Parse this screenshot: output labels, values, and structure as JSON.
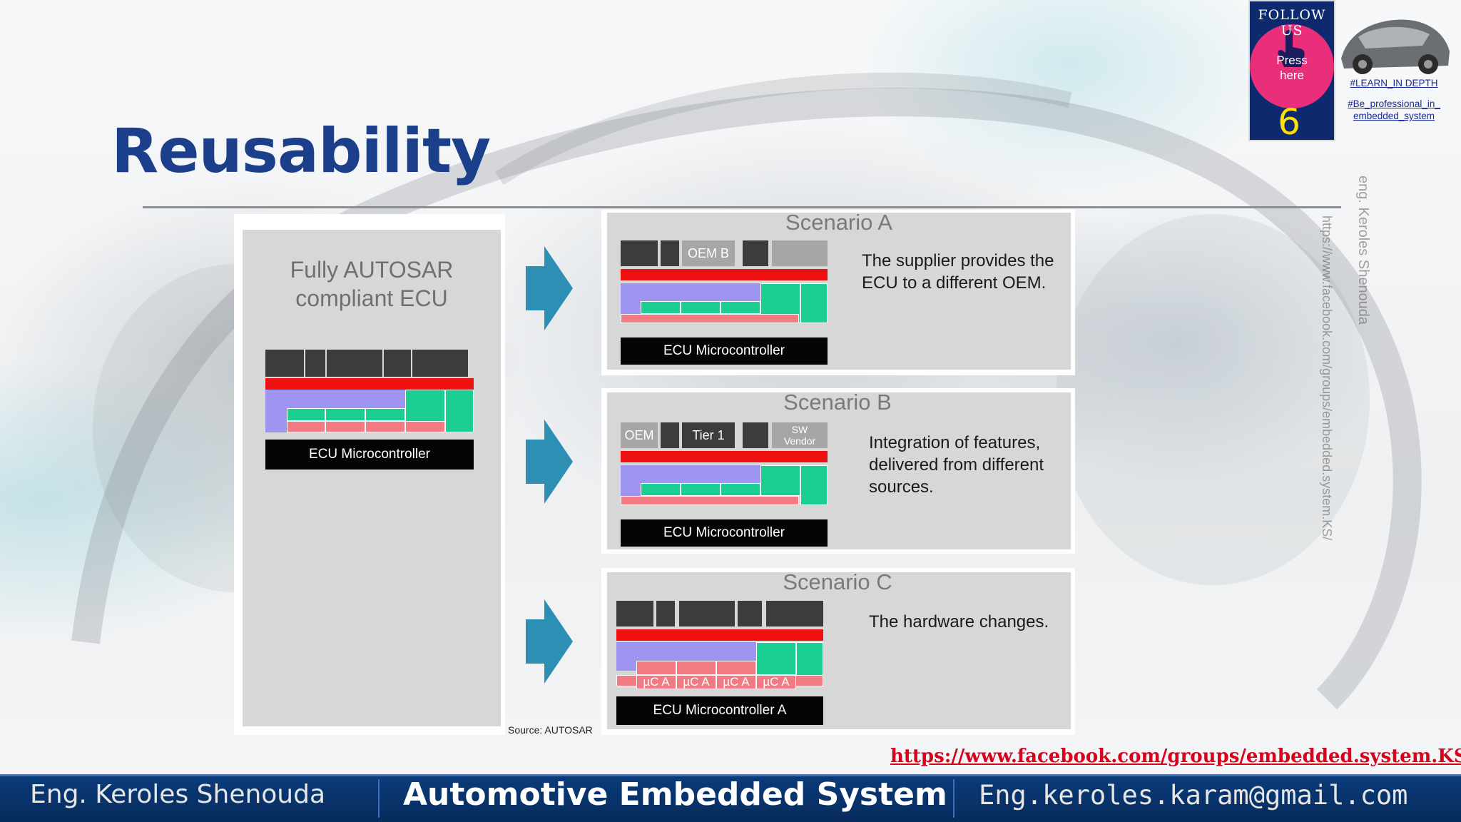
{
  "slide": {
    "title": "Reusability",
    "source": "Source: AUTOSAR"
  },
  "left_panel": {
    "title_line1": "Fully AUTOSAR",
    "title_line2": "compliant ECU",
    "micro_label": "ECU Microcontroller"
  },
  "scenarios": [
    {
      "title": "Scenario A",
      "block_label": "OEM B",
      "text_line1": "The supplier provides the",
      "text_line2": "ECU to a different OEM.",
      "micro_label": "ECU Microcontroller"
    },
    {
      "title": "Scenario B",
      "block_labels": [
        "OEM",
        "Tier 1",
        "SW",
        "Vendor"
      ],
      "text_line1": "Integration of features,",
      "text_line2": "delivered from different",
      "text_line3": "sources.",
      "micro_label": "ECU Microcontroller"
    },
    {
      "title": "Scenario C",
      "uc_labels": [
        "µC A",
        "µC A",
        "µC A",
        "µC A"
      ],
      "text_line1": "The hardware changes.",
      "micro_label": "ECU Microcontroller A"
    }
  ],
  "follow_widget": {
    "title": "FOLLOW US",
    "press_line1": "Press",
    "press_line2": "here",
    "number": "6",
    "tag1": "#LEARN_IN DEPTH",
    "tag2_line1": "#Be_professional_in_",
    "tag2_line2": "embedded_system"
  },
  "watermark": {
    "author": "eng. Keroles Shenouda",
    "url": "https://www.facebook.com/groups/embedded.system.KS/"
  },
  "links": {
    "facebook": "https://www.facebook.com/groups/embedded.system.KS/"
  },
  "footer": {
    "left": "Eng. Keroles Shenouda",
    "center": "Automotive Embedded System",
    "right": "Eng.keroles.karam@gmail.com"
  },
  "colors": {
    "title": "#1b3f8b",
    "rte_red": "#ee1111",
    "app_dark": "#3c3c3c",
    "bsw_purple": "#9e95f0",
    "bsw_green": "#1bcf92",
    "bsw_pink": "#f27b83",
    "arrow_blue": "#2e8fb5",
    "footer_blue": "#0a3b7a",
    "link_red": "#d8001a"
  }
}
